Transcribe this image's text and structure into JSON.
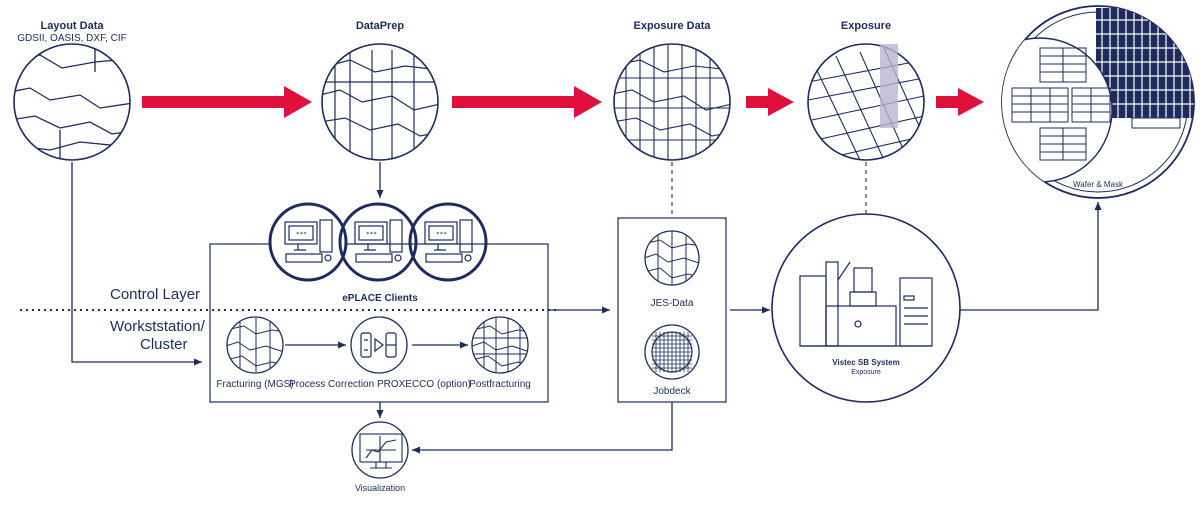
{
  "stages": {
    "layout_data": {
      "title": "Layout Data",
      "subtitle": "GDSII, OASIS, DXF, CIF"
    },
    "dataprep": {
      "title": "DataPrep"
    },
    "exposure_data": {
      "title": "Exposure Data"
    },
    "exposure": {
      "title": "Exposure"
    },
    "wafer": {
      "label": "Wafer & Mask"
    }
  },
  "layers": {
    "control": "Control Layer",
    "workstation_line1": "Workststation/",
    "workstation_line2": "Cluster"
  },
  "clients": {
    "label": "ePLACE Clients"
  },
  "process": {
    "fracturing": "Fracturing (MGS)",
    "correction": "Process Correction PROXECCO (option)",
    "postfracturing": "Postfracturing"
  },
  "jes": {
    "data": "JES-Data",
    "jobdeck": "Jobdeck"
  },
  "system": {
    "name": "Vistec SB System",
    "sub": "Exposure"
  },
  "visualization": {
    "label": "Visualization"
  },
  "colors": {
    "navy": "#1d2b5e",
    "arrow_red": "#e0103c",
    "beam": "#b9b4d3"
  }
}
